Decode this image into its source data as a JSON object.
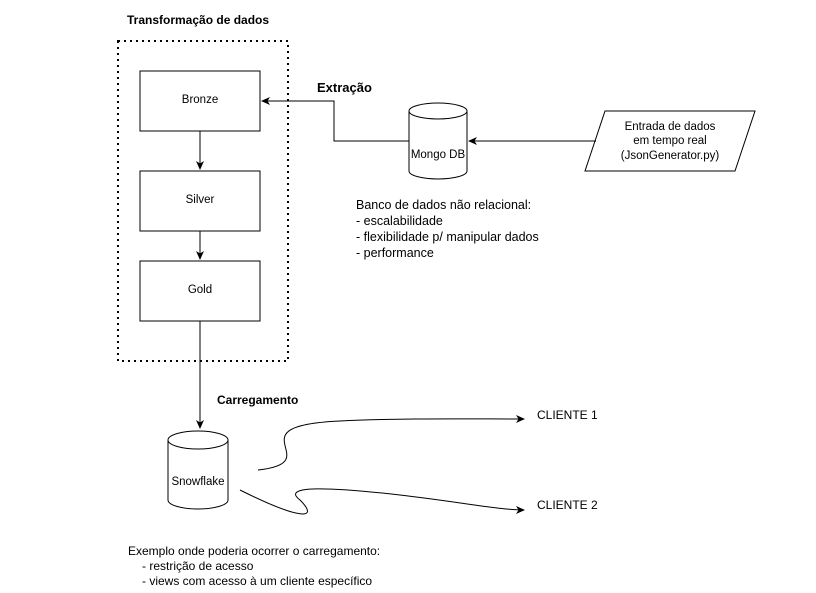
{
  "title": "Transformação de dados",
  "layers": {
    "bronze": "Bronze",
    "silver": "Silver",
    "gold": "Gold"
  },
  "edges": {
    "extraction": "Extração",
    "loading": "Carregamento"
  },
  "source": {
    "db": "Mongo DB",
    "input_line1": "Entrada de dados",
    "input_line2": "em tempo real",
    "input_line3": "(JsonGenerator.py)"
  },
  "db_note": {
    "heading": "Banco de dados não relacional:",
    "items": [
      "- escalabilidade",
      "- flexibilidade p/ manipular dados",
      "- performance"
    ]
  },
  "target": {
    "warehouse": "Snowflake",
    "client1": "CLIENTE 1",
    "client2": "CLIENTE 2"
  },
  "load_note": {
    "heading": "Exemplo onde poderia ocorrer o carregamento:",
    "items": [
      "- restrição de acesso",
      "- views com acesso à um cliente específico"
    ]
  },
  "colors": {
    "stroke": "#000000",
    "fill": "#ffffff"
  }
}
